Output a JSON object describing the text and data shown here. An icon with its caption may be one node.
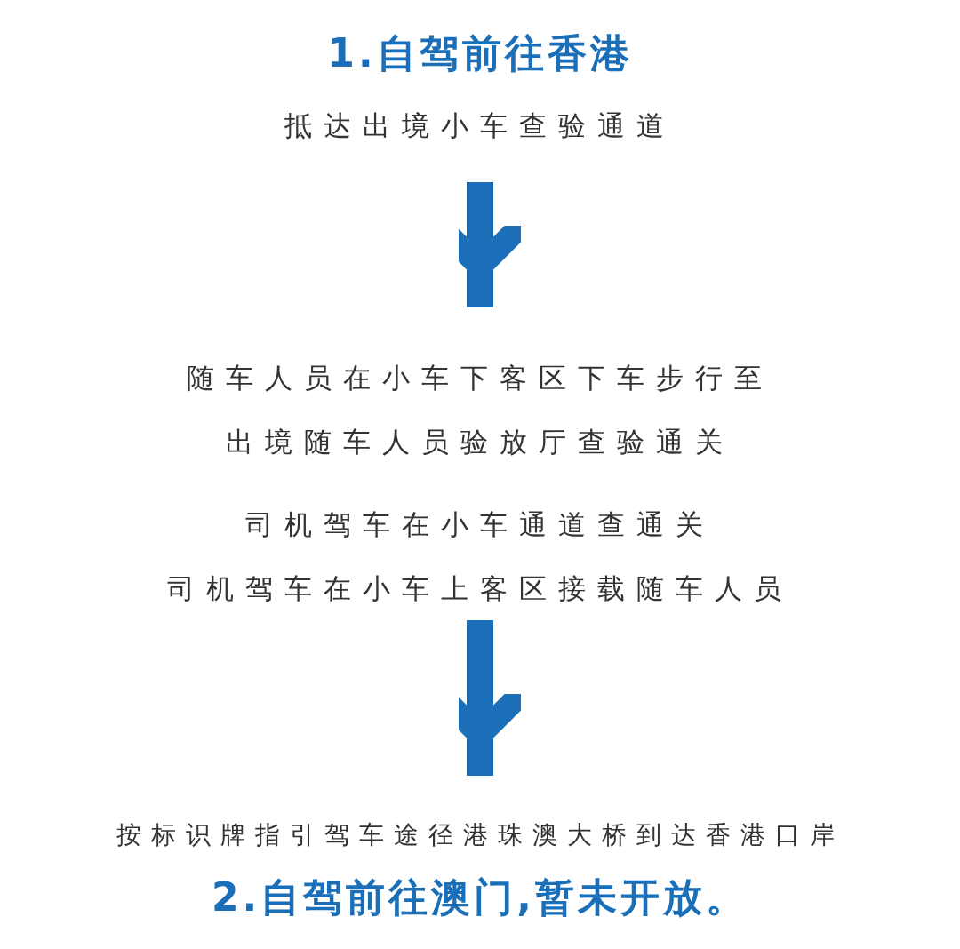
{
  "diagram": {
    "title": "1.自驾前往香港",
    "nodes": [
      {
        "text": [
          "抵达出境小车查验通道"
        ]
      },
      {
        "text": [
          "随车人员在小车下客区下车步行至出境随车人员验放厅查验通关",
          "司机驾车在小车通道查通关",
          "司机驾车在小车上客区接载随车人员"
        ]
      },
      {
        "text": [
          "按标识牌指引驾车途径港珠澳大桥到达香港口岸"
        ]
      }
    ],
    "edges": [
      {
        "from": 0,
        "to": 1,
        "arrow": "to"
      },
      {
        "from": 1,
        "to": 2,
        "arrow": "to"
      }
    ],
    "labels": [
      "2.自驾前往澳门,暂未开放。"
    ]
  }
}
